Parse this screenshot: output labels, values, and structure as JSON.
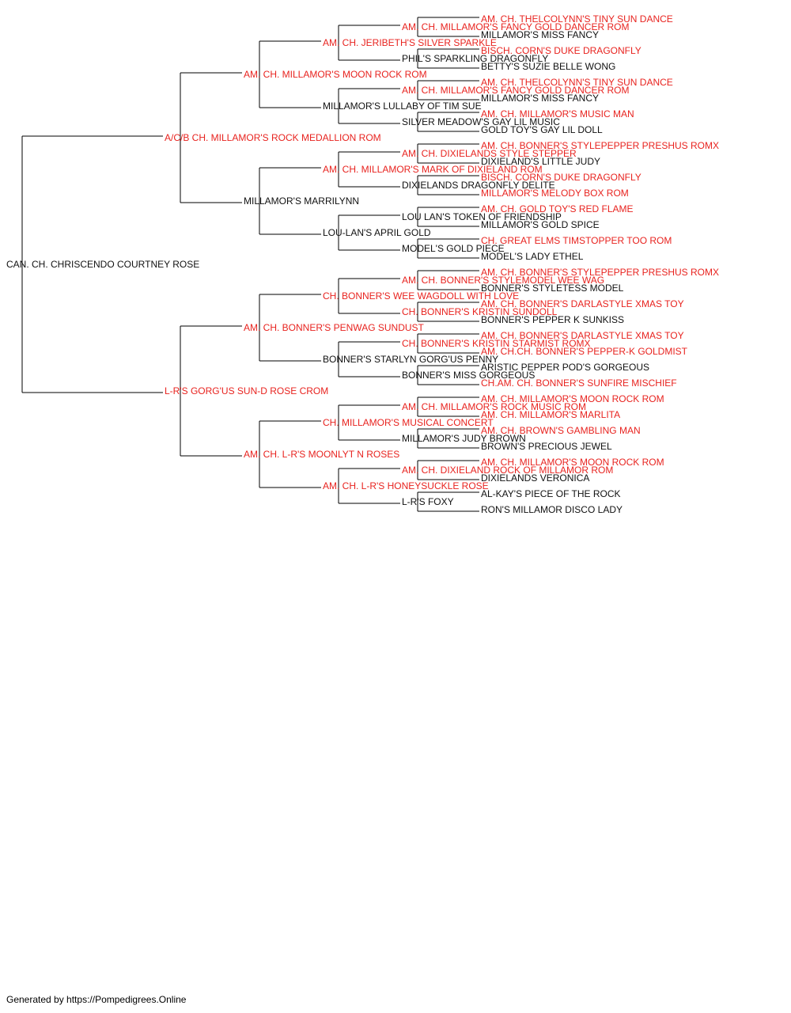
{
  "colors": {
    "champion": "#e8231f",
    "regular": "#111111",
    "line": "#000000"
  },
  "pedigree": {
    "n": "CAN. CH. CHRISCENDO COURTNEY ROSE",
    "c": false,
    "s": {
      "n": "A/C/B CH. MILLAMOR'S ROCK MEDALLION ROM",
      "c": true,
      "s": {
        "n": "AM. CH. MILLAMOR'S MOON ROCK ROM",
        "c": true,
        "s": {
          "n": "AM. CH. JERIBETH'S SILVER SPARKLE",
          "c": true,
          "s": {
            "n": "AM. CH. MILLAMOR'S FANCY GOLD DANCER ROM",
            "c": true,
            "s": {
              "n": "AM. CH. THELCOLYNN'S TINY SUN DANCE",
              "c": true
            },
            "d": {
              "n": "MILLAMOR'S MISS FANCY",
              "c": false
            }
          },
          "d": {
            "n": "PHIL'S SPARKLING DRAGONFLY",
            "c": false,
            "s": {
              "n": "BISCH. CORN'S DUKE DRAGONFLY",
              "c": true
            },
            "d": {
              "n": "BETTY'S SUZIE BELLE WONG",
              "c": false
            }
          }
        },
        "d": {
          "n": "MILLAMOR'S LULLABY OF TIM SUE",
          "c": false,
          "s": {
            "n": "AM. CH. MILLAMOR'S FANCY GOLD DANCER ROM",
            "c": true,
            "s": {
              "n": "AM. CH. THELCOLYNN'S TINY SUN DANCE",
              "c": true
            },
            "d": {
              "n": "MILLAMOR'S MISS FANCY",
              "c": false
            }
          },
          "d": {
            "n": "SILVER MEADOW'S GAY LIL MUSIC",
            "c": false,
            "s": {
              "n": "AM. CH. MILLAMOR'S MUSIC MAN",
              "c": true
            },
            "d": {
              "n": "GOLD TOY'S GAY LIL DOLL",
              "c": false
            }
          }
        }
      },
      "d": {
        "n": "MILLAMOR'S MARRILYNN",
        "c": false,
        "s": {
          "n": "AM. CH. MILLAMOR'S MARK OF DIXIELAND ROM",
          "c": true,
          "s": {
            "n": "AM. CH. DIXIELANDS STYLE STEPPER",
            "c": true,
            "s": {
              "n": "AM. CH. BONNER'S STYLEPEPPER PRESHUS ROMX",
              "c": true
            },
            "d": {
              "n": "DIXIELAND'S LITTLE JUDY",
              "c": false
            }
          },
          "d": {
            "n": "DIXIELANDS DRAGONFLY DELITE",
            "c": false,
            "s": {
              "n": "BISCH. CORN'S DUKE DRAGONFLY",
              "c": true
            },
            "d": {
              "n": "MILLAMOR'S MELODY BOX ROM",
              "c": true
            }
          }
        },
        "d": {
          "n": "LOU-LAN'S APRIL GOLD",
          "c": false,
          "s": {
            "n": "LOU LAN'S TOKEN OF FRIENDSHIP",
            "c": false,
            "s": {
              "n": "AM. CH. GOLD TOY'S RED FLAME",
              "c": true
            },
            "d": {
              "n": "MILLAMOR'S GOLD SPICE",
              "c": false
            }
          },
          "d": {
            "n": "MODEL'S GOLD PIECE",
            "c": false,
            "s": {
              "n": "CH. GREAT ELMS TIMSTOPPER TOO ROM",
              "c": true
            },
            "d": {
              "n": "MODEL'S LADY ETHEL",
              "c": false
            }
          }
        }
      }
    },
    "d": {
      "n": "L-R'S GORG'US SUN-D ROSE CROM",
      "c": true,
      "s": {
        "n": "AM. CH. BONNER'S PENWAG SUNDUST",
        "c": true,
        "s": {
          "n": "CH. BONNER'S WEE WAGDOLL WITH LOVE",
          "c": true,
          "s": {
            "n": "AM. CH. BONNER'S STYLEMODEL WEE WAG",
            "c": true,
            "s": {
              "n": "AM. CH. BONNER'S STYLEPEPPER PRESHUS ROMX",
              "c": true
            },
            "d": {
              "n": "BONNER'S STYLETESS MODEL",
              "c": false
            }
          },
          "d": {
            "n": "CH. BONNER'S KRISTIN SUNDOLL",
            "c": true,
            "s": {
              "n": "AM. CH. BONNER'S DARLASTYLE XMAS TOY",
              "c": true
            },
            "d": {
              "n": "BONNER'S PEPPER K SUNKISS",
              "c": false
            }
          }
        },
        "d": {
          "n": "BONNER'S STARLYN GORG'US PENNY",
          "c": false,
          "s": {
            "n": "CH. BONNER'S KRISTIN STARMIST ROMX",
            "c": true,
            "s": {
              "n": "AM. CH. BONNER'S DARLASTYLE XMAS TOY",
              "c": true
            },
            "d": {
              "n": "AM. CH.CH. BONNER'S PEPPER-K GOLDMIST",
              "c": true
            }
          },
          "d": {
            "n": "BONNER'S MISS GORGEOUS",
            "c": false,
            "s": {
              "n": "ARISTIC PEPPER POD'S GORGEOUS",
              "c": false
            },
            "d": {
              "n": "CH.AM. CH. BONNER'S SUNFIRE MISCHIEF",
              "c": true
            }
          }
        }
      },
      "d": {
        "n": "AM. CH. L-R'S MOONLYT N ROSES",
        "c": true,
        "s": {
          "n": "CH. MILLAMOR'S MUSICAL CONCERT",
          "c": true,
          "s": {
            "n": "AM. CH. MILLAMOR'S ROCK MUSIC ROM",
            "c": true,
            "s": {
              "n": "AM. CH. MILLAMOR'S MOON ROCK ROM",
              "c": true
            },
            "d": {
              "n": "AM. CH. MILLAMOR'S MARLITA",
              "c": true
            }
          },
          "d": {
            "n": "MILLAMOR'S JUDY BROWN",
            "c": false,
            "s": {
              "n": "AM. CH. BROWN'S GAMBLING MAN",
              "c": true
            },
            "d": {
              "n": "BROWN'S PRECIOUS JEWEL",
              "c": false
            }
          }
        },
        "d": {
          "n": "AM. CH. L-R'S HONEYSUCKLE ROSE",
          "c": true,
          "s": {
            "n": "AM. CH. DIXIELAND ROCK OF MILLAMOR ROM",
            "c": true,
            "s": {
              "n": "AM. CH. MILLAMOR'S MOON ROCK ROM",
              "c": true
            },
            "d": {
              "n": "DIXIELANDS VERONICA",
              "c": false
            }
          },
          "d": {
            "n": "L-R'S FOXY",
            "c": false,
            "s": {
              "n": "AL-KAY'S PIECE OF THE ROCK",
              "c": false
            },
            "d": {
              "n": "RON'S MILLAMOR DISCO LADY",
              "c": false
            }
          }
        }
      }
    }
  },
  "footer": {
    "text": "Generated by https://Pompedigrees.Online"
  }
}
